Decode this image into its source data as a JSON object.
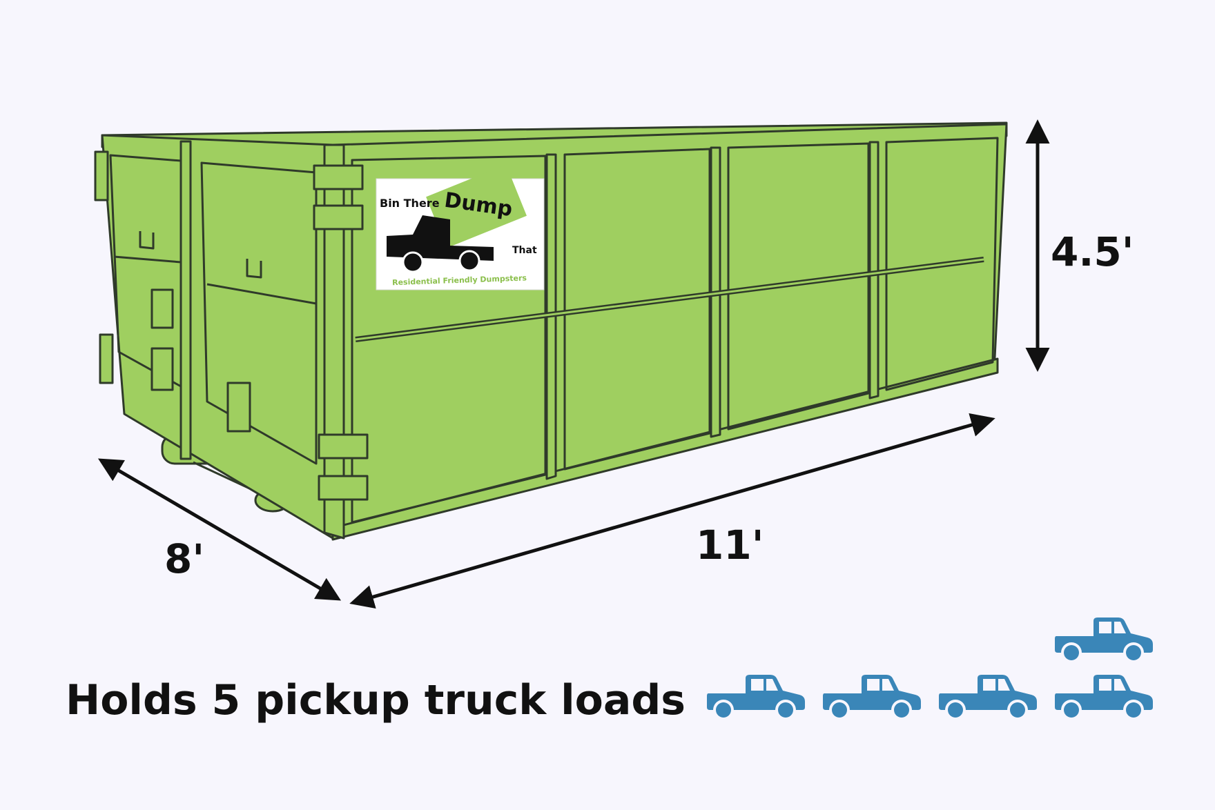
{
  "colors": {
    "background": "#f7f6fd",
    "dumpster_green": "#9fcf60",
    "outline": "#2f3a2a",
    "truck_blue": "#3a86b8",
    "label_black": "#111111"
  },
  "dimensions": {
    "height": "4.5'",
    "length": "11'",
    "width": "8'"
  },
  "logo": {
    "line1": "Bin There",
    "line2": "Dump",
    "line3": "That",
    "tagline": "Residential Friendly Dumpsters"
  },
  "capacity": {
    "caption": "Holds 5 pickup truck loads",
    "truck_count": 5,
    "icon": "pickup-truck-icon"
  }
}
